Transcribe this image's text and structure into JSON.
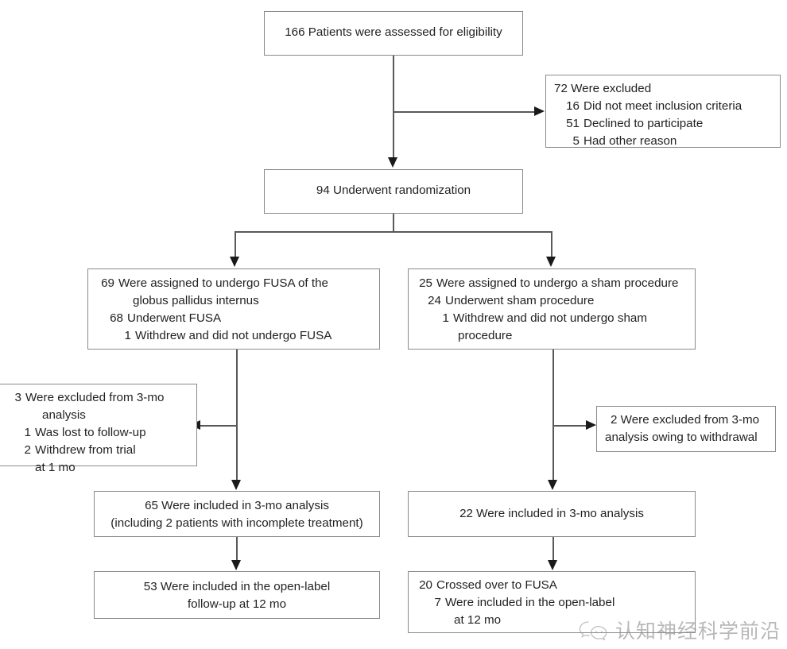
{
  "diagram": {
    "type": "consort-flow-diagram",
    "title": "CONSORT patient flow diagram",
    "colors": {
      "box_border": "#8a8a8a",
      "connector": "#58595b",
      "arrow": "#1a1a1a",
      "text": "#231f20",
      "background": "#ffffff",
      "watermark": "#8e8e8e"
    }
  },
  "nodes": {
    "enrollment": {
      "label": "166 Patients were assessed for eligibility",
      "count": 166
    },
    "excluded": {
      "heading": "72 Were excluded",
      "count": 72,
      "reasons": [
        {
          "num": "16",
          "text": "Did not meet inclusion criteria"
        },
        {
          "num": "51",
          "text": "Declined to participate"
        },
        {
          "num": "5",
          "text": "Had other reason"
        }
      ]
    },
    "randomization": {
      "label": "94 Underwent randomization",
      "count": 94
    },
    "fusa_assigned": {
      "heading_num": "69",
      "heading_text": "Were assigned to undergo FUSA of the",
      "heading_cont": "globus pallidus internus",
      "items": [
        {
          "num": "68",
          "text": "Underwent FUSA"
        },
        {
          "num": "1",
          "text": "Withdrew and did not undergo FUSA"
        }
      ]
    },
    "sham_assigned": {
      "heading_num": "25",
      "heading_text": "Were assigned to undergo a sham procedure",
      "items": [
        {
          "num": "24",
          "text": "Underwent sham procedure",
          "cont": ""
        },
        {
          "num": "1",
          "text": "Withdrew and did not undergo sham",
          "cont": "procedure"
        }
      ]
    },
    "fusa_excluded": {
      "heading_num": "3",
      "heading_text": "Were excluded from 3-mo",
      "heading_cont": "analysis",
      "items": [
        {
          "num": "1",
          "text": "Was lost to follow-up",
          "cont": ""
        },
        {
          "num": "2",
          "text": "Withdrew from trial",
          "cont": "at 1 mo"
        }
      ]
    },
    "sham_excluded": {
      "line1": "2 Were excluded from 3-mo",
      "line2": "analysis owing to withdrawal"
    },
    "fusa_analysis": {
      "line1": "65 Were included in 3-mo analysis",
      "line2": "(including 2 patients with incomplete treatment)",
      "count": 65
    },
    "sham_analysis": {
      "line1": "22 Were included in 3-mo analysis",
      "count": 22
    },
    "fusa_openlabel": {
      "line1": "53 Were included in the open-label",
      "line2": "follow-up at 12 mo",
      "count": 53
    },
    "sham_openlabel": {
      "heading_num": "20",
      "heading_text": "Crossed over to FUSA",
      "items": [
        {
          "num": "7",
          "text": "Were included in the open-label",
          "cont": "at 12 mo"
        }
      ]
    }
  },
  "watermark": {
    "text": "认知神经科学前沿",
    "logo": "wechat-icon"
  }
}
